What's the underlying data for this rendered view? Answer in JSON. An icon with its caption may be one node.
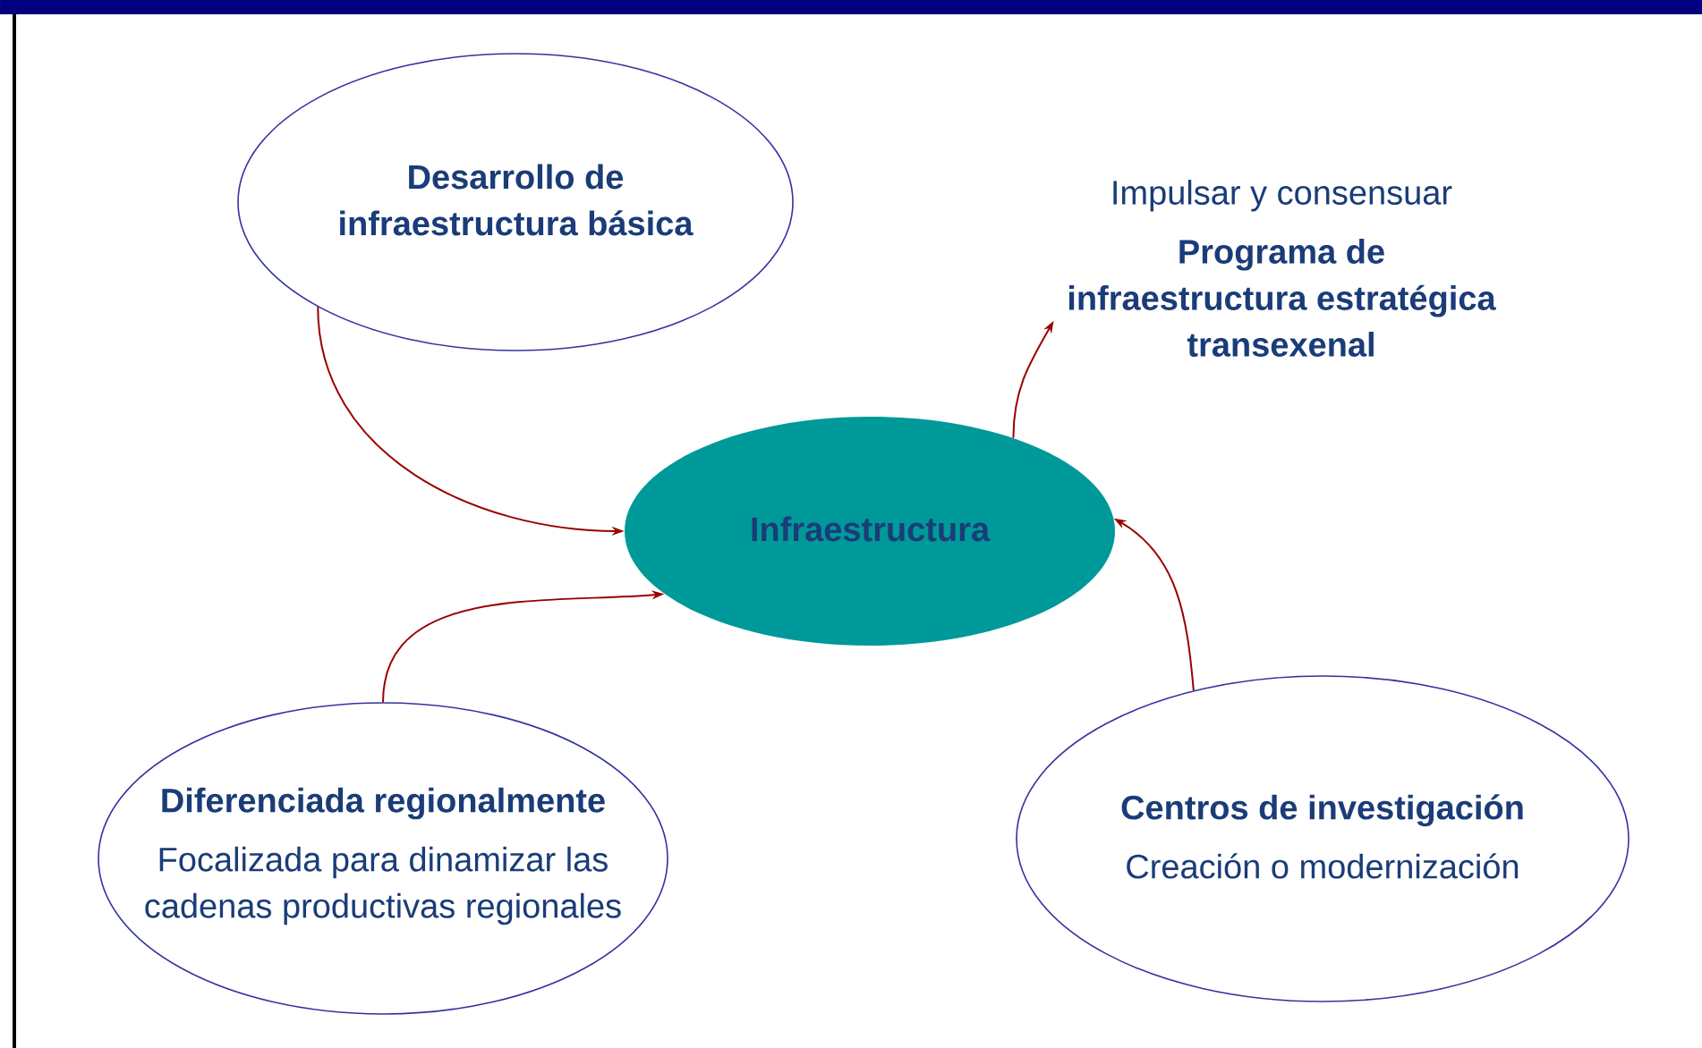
{
  "diagram": {
    "nodes": [
      {
        "text": [
          "Desarrollo de infraestructura básica"
        ]
      },
      {
        "text": [
          "Infraestructura"
        ]
      },
      {
        "text": [
          "Impulsar y consensuar",
          "Programa de infraestructura estratégica transexenal"
        ]
      },
      {
        "text": [
          "Diferenciada regionalmente",
          "Focalizada para dinamizar las cadenas productivas regionales"
        ]
      },
      {
        "text": [
          "Centros de investigación",
          "Creación o modernización"
        ]
      }
    ],
    "edges": [
      {
        "from": 0,
        "to": 1,
        "arrow": "to"
      },
      {
        "from": 1,
        "to": 2,
        "arrow": "to"
      },
      {
        "from": 3,
        "to": 1,
        "arrow": "to"
      },
      {
        "from": 4,
        "to": 1,
        "arrow": "to"
      }
    ]
  }
}
